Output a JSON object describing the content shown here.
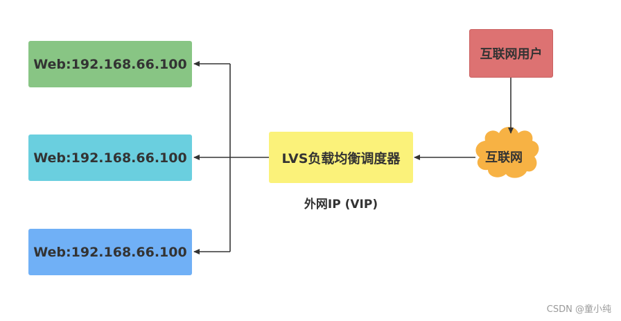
{
  "nodes": {
    "web_1": {
      "label": "Web:192.168.66.100",
      "color": "#88c584"
    },
    "web_2": {
      "label": "Web:192.168.66.100",
      "color": "#6acfdf"
    },
    "web_3": {
      "label": "Web:192.168.66.100",
      "color": "#70b0f6"
    },
    "lvs": {
      "label": "LVS负载均衡调度器",
      "color": "#fbf27a"
    },
    "user": {
      "label": "互联网用户",
      "color": "#dd7272"
    },
    "internet": {
      "label": "互联网",
      "color": "#f7b244",
      "shape": "cloud"
    }
  },
  "annotations": {
    "vip": "外网IP (VIP)"
  },
  "edges": [
    {
      "from": "user",
      "to": "internet"
    },
    {
      "from": "internet",
      "to": "lvs"
    },
    {
      "from": "lvs",
      "to": "web_1"
    },
    {
      "from": "lvs",
      "to": "web_2"
    },
    {
      "from": "lvs",
      "to": "web_3"
    }
  ],
  "watermark": "CSDN @童小纯"
}
